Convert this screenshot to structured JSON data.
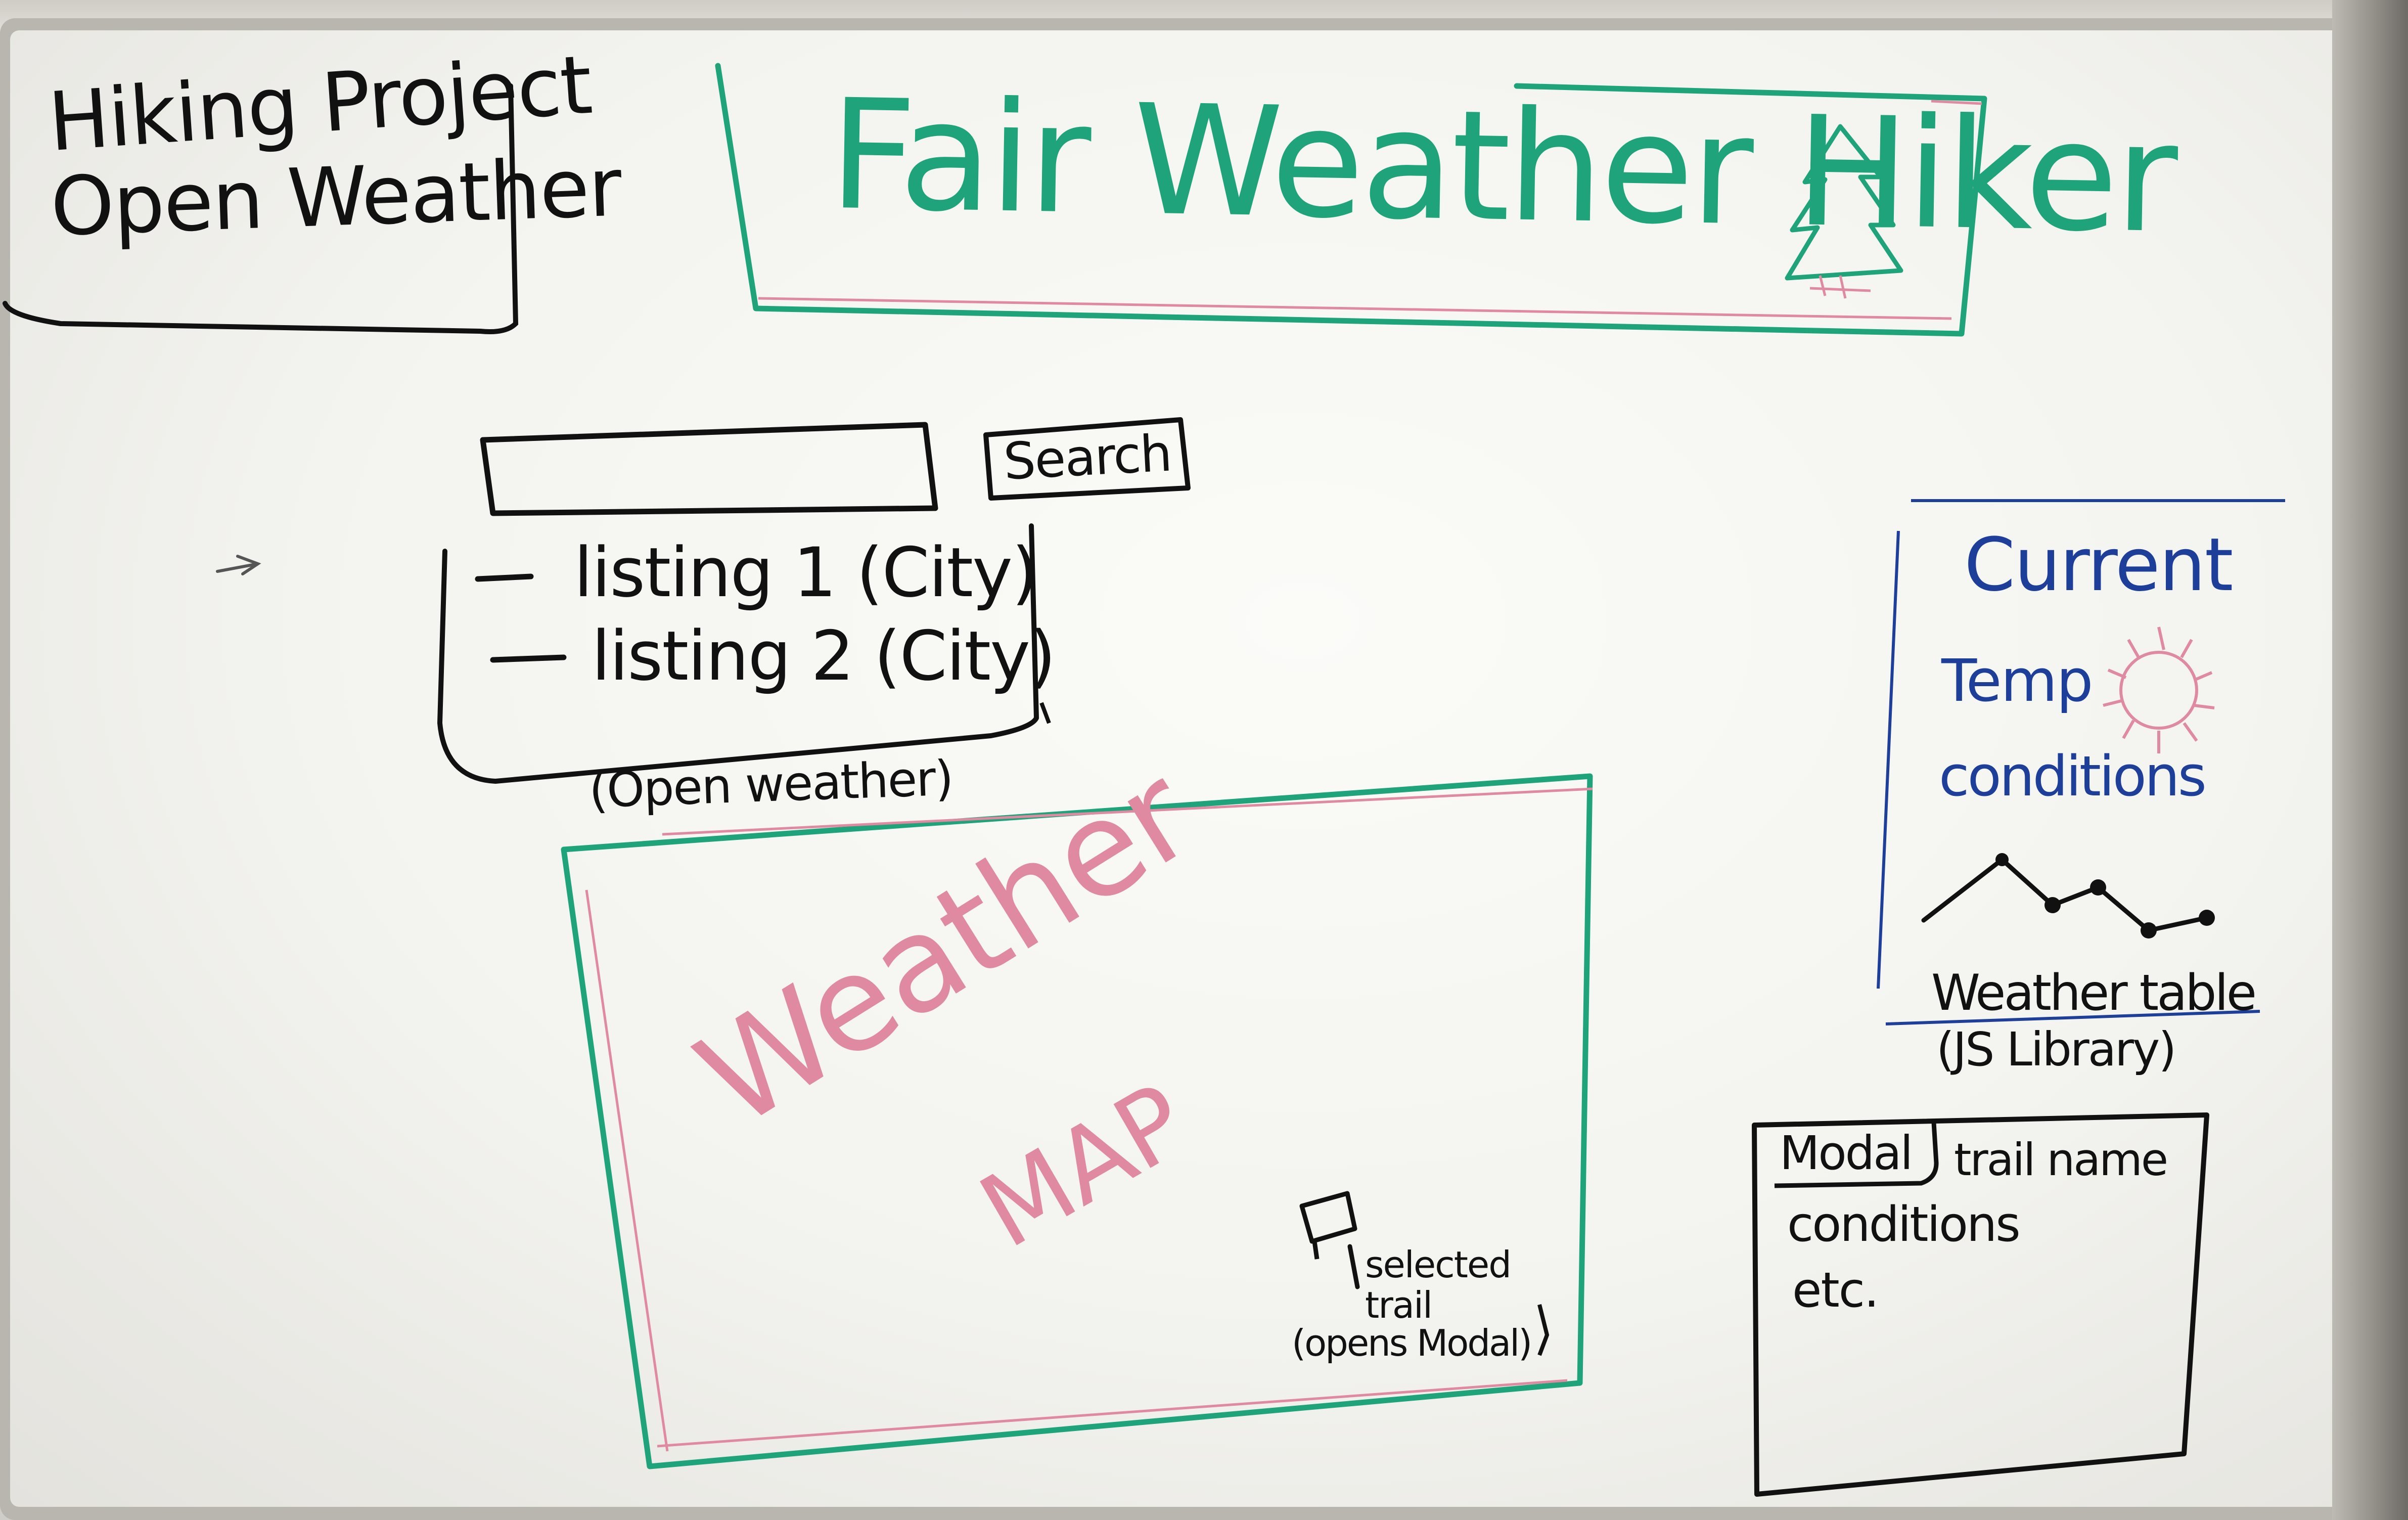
{
  "colors": {
    "black_marker": "#111111",
    "green_marker": "#1fa37a",
    "blue_marker": "#1d3f9a",
    "pink_marker": "#e08aa2",
    "whiteboard": "#f3f3ef"
  },
  "apis_box": {
    "line1": "Hiking Project",
    "line2": "Open Weather"
  },
  "header": {
    "title": "Fair Weather Hiker",
    "icon": "tree-icon"
  },
  "search": {
    "button_label": "Search",
    "input_value": ""
  },
  "listings": {
    "items": [
      {
        "label": "listing 1 (City)"
      },
      {
        "label": "listing 2 (City)"
      }
    ],
    "source_note": "(Open weather)"
  },
  "map": {
    "label_line1": "Weather",
    "label_line2": "MAP",
    "marker_note_line1": "selected",
    "marker_note_line2": "trail",
    "marker_note_line3": "(opens Modal)",
    "marker_icon": "flag-icon"
  },
  "current_panel": {
    "title": "Current",
    "temp_label": "Temp",
    "conditions_label": "conditions",
    "sun_icon": "sun-icon",
    "chart_label": "Weather table",
    "chart_note": "(JS Library)"
  },
  "modal": {
    "tab_label": "Modal",
    "trail_name": "trail name",
    "line1": "conditions",
    "line2": "etc."
  }
}
